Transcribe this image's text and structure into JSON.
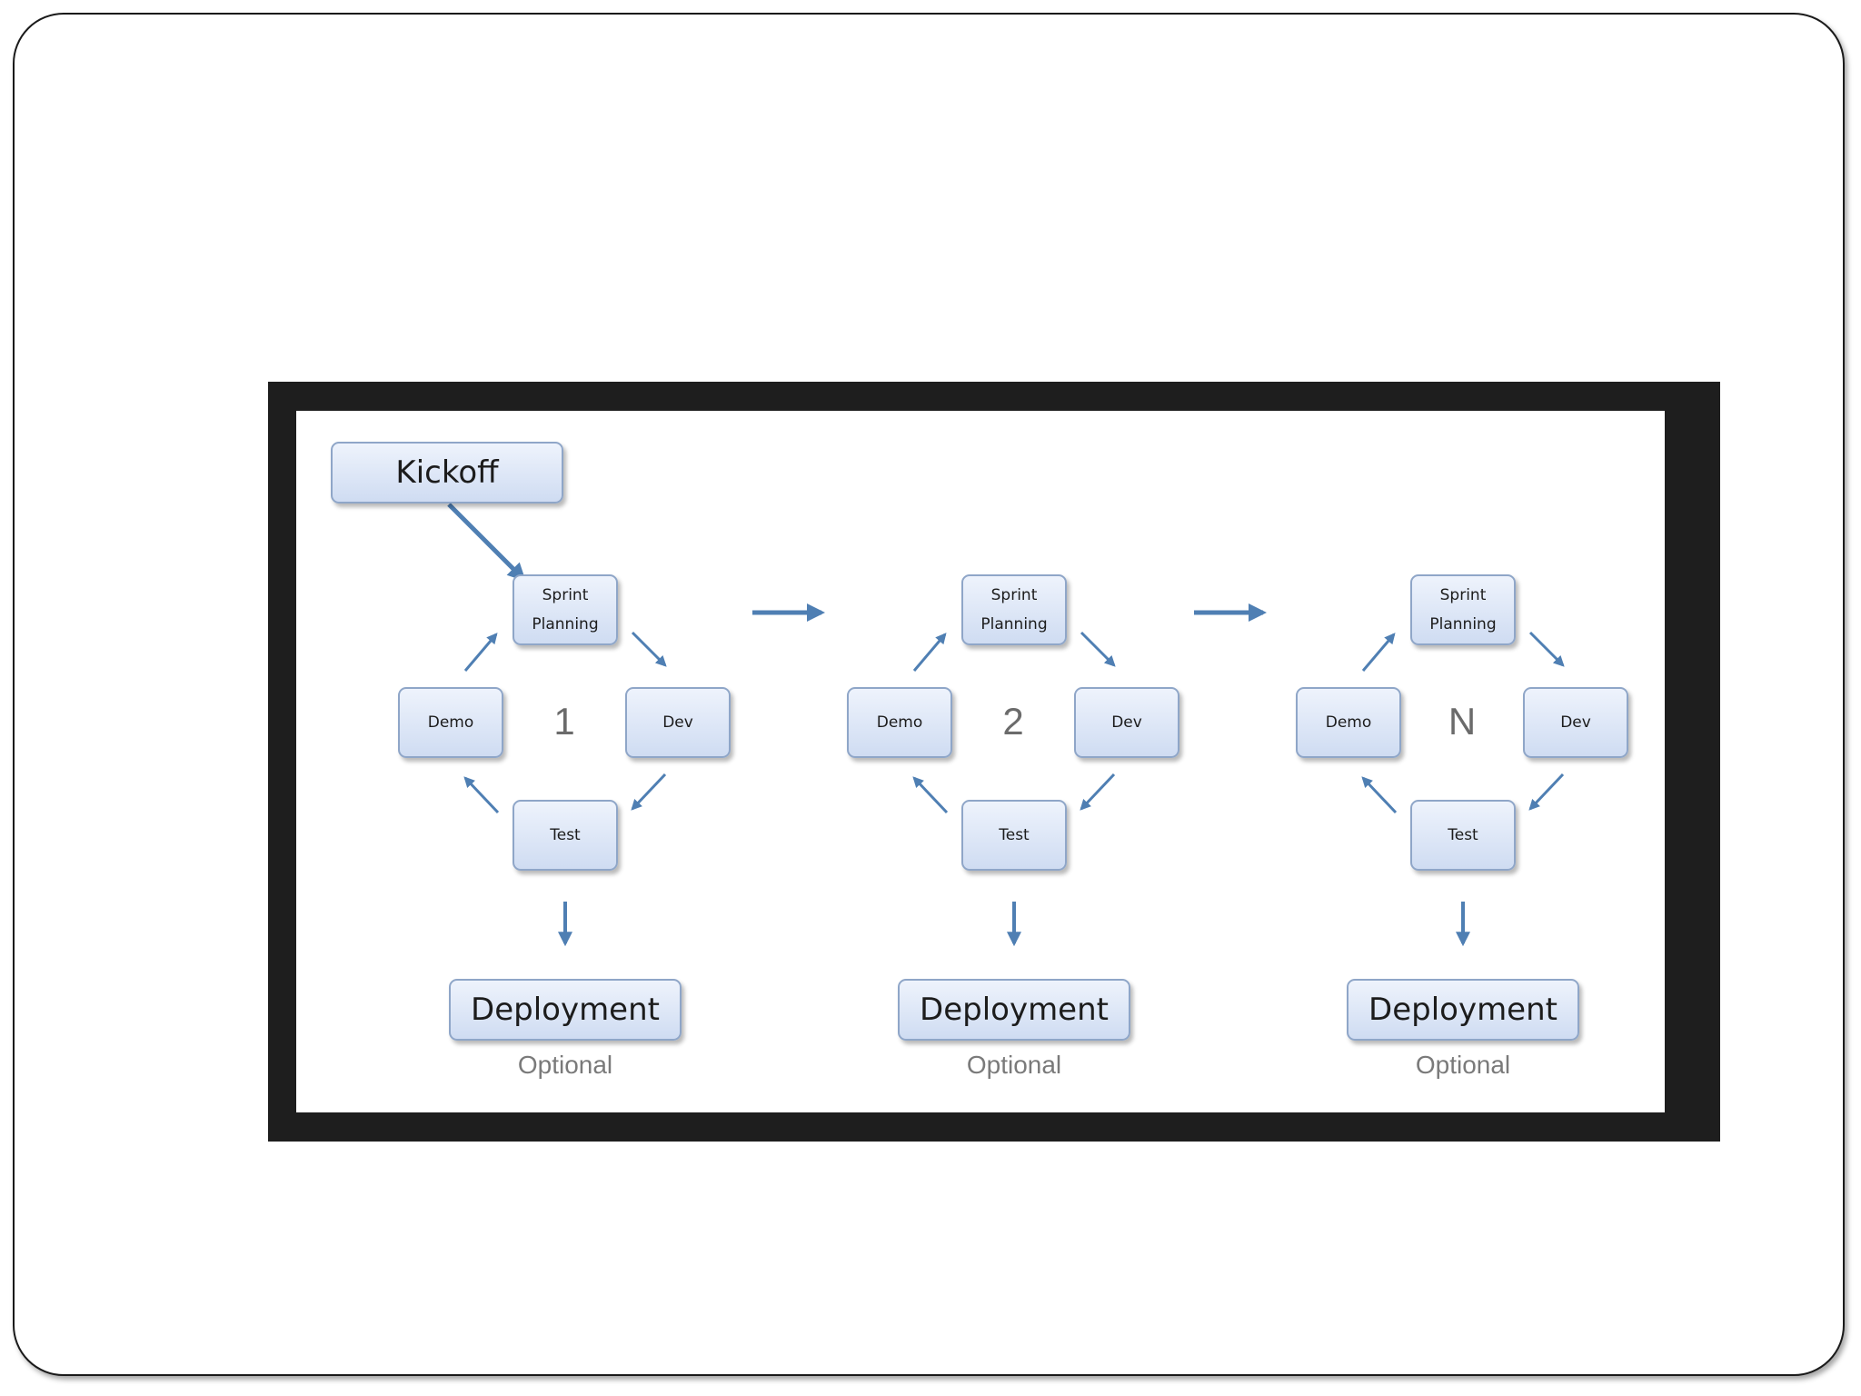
{
  "kickoff_label": "Kickoff",
  "cycles": [
    {
      "number": "1",
      "planning": "Sprint Planning",
      "dev": "Dev",
      "test": "Test",
      "demo": "Demo",
      "deployment": "Deployment",
      "deployment_note": "Optional"
    },
    {
      "number": "2",
      "planning": "Sprint Planning",
      "dev": "Dev",
      "test": "Test",
      "demo": "Demo",
      "deployment": "Deployment",
      "deployment_note": "Optional"
    },
    {
      "number": "N",
      "planning": "Sprint Planning",
      "dev": "Dev",
      "test": "Test",
      "demo": "Demo",
      "deployment": "Deployment",
      "deployment_note": "Optional"
    }
  ],
  "colors": {
    "arrow": "#4f7fb3",
    "node_border": "#8fa6c8",
    "frame": "#1e1e1e"
  }
}
